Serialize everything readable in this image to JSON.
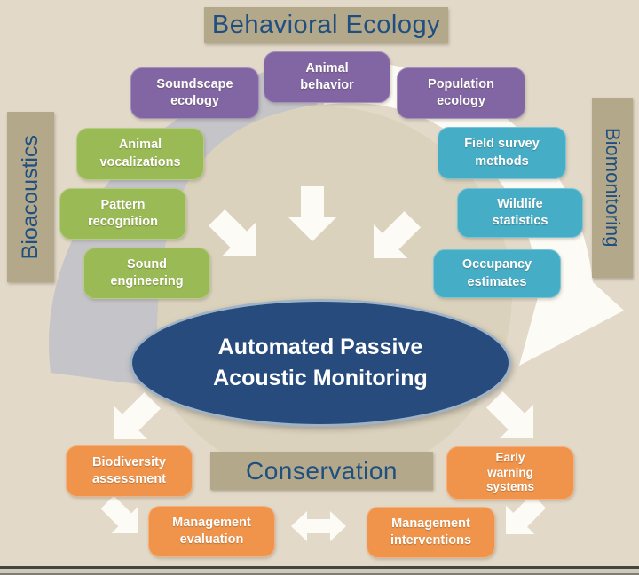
{
  "banners": {
    "top": "Behavioral Ecology",
    "left": "Bioacoustics",
    "right": "Biomonitoring",
    "bottom": "Conservation"
  },
  "center_ellipse": {
    "label": "Automated Passive\nAcoustic Monitoring"
  },
  "groups": {
    "behavioral_ecology": {
      "soundscape": "Soundscape\necology",
      "animal_behavior": "Animal\nbehavior",
      "population": "Population\necology"
    },
    "bioacoustics": {
      "vocalizations": "Animal\nvocalizations",
      "pattern": "Pattern\nrecognition",
      "sound_engineering": "Sound\nengineering"
    },
    "biomonitoring": {
      "field_survey": "Field survey\nmethods",
      "wildlife": "Wildlife\nstatistics",
      "occupancy": "Occupancy\nestimates"
    },
    "conservation": {
      "biodiversity": "Biodiversity\nassessment",
      "mgmt_evaluation": "Management\nevaluation",
      "early_warning": "Early\nwarning\nsystems",
      "mgmt_interventions": "Management\ninterventions"
    }
  },
  "icons": {
    "arrow_down": "white block arrow pointing down into center",
    "arrow_down_left": "white block arrow pointing down-left",
    "arrow_down_right": "white block arrow pointing down-right",
    "arrow_left_right": "white double-headed horizontal arrow",
    "gray_curved_band": "gray arc sweeping up the left side",
    "white_curved_arrow": "white arc sweeping down the right side ending in large arrowhead"
  },
  "colors": {
    "background": "#E2D9C9",
    "banner_olive": "#B3A98A",
    "banner_text_blue": "#1F4E81",
    "purple_box": "#8166A3",
    "green_box": "#99BA55",
    "teal_box": "#46ADC7",
    "orange_box": "#F0944B",
    "ellipse_fill": "#274B7D",
    "ellipse_border": "#9FB3C7",
    "arc_gray": "#C5C4C8",
    "arrow_white": "#FDFBF5",
    "inner_circle_beige": "#DBD2BD"
  }
}
